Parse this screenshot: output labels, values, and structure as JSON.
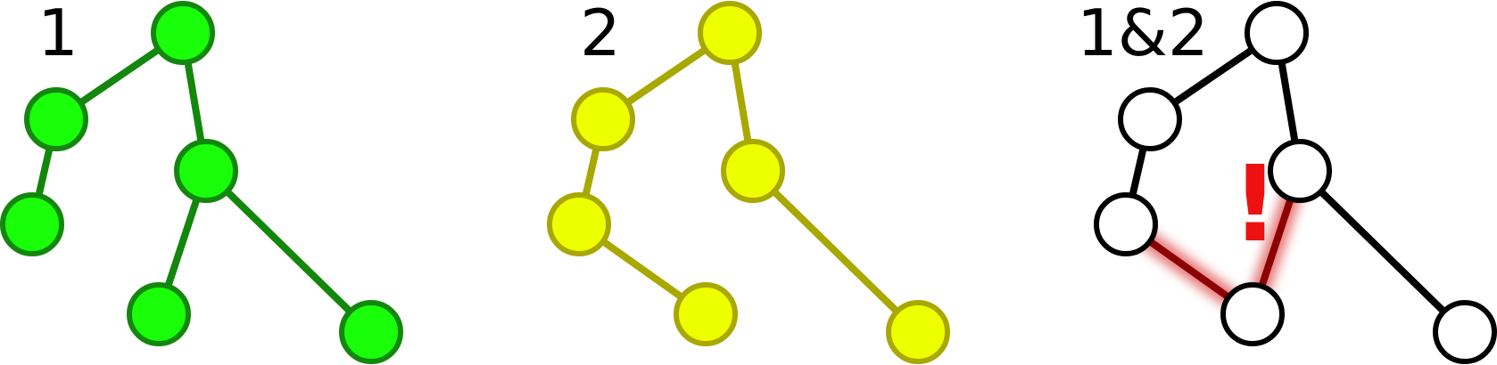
{
  "panels": [
    {
      "label": "1",
      "node_fill": "#19ff0a",
      "node_stroke": "#13870c",
      "edge_color": "#13870c"
    },
    {
      "label": "2",
      "node_fill": "#eeff00",
      "node_stroke": "#a8a800",
      "edge_color": "#a8a800"
    },
    {
      "label": "1&2",
      "node_fill": "#ffffff",
      "node_stroke": "#000000",
      "edge_color": "#000000",
      "conflict_color": "#8b0000",
      "conflict_glow": "#e05050",
      "conflict_mark": "!",
      "conflict_mark_color": "#ee1111"
    }
  ]
}
